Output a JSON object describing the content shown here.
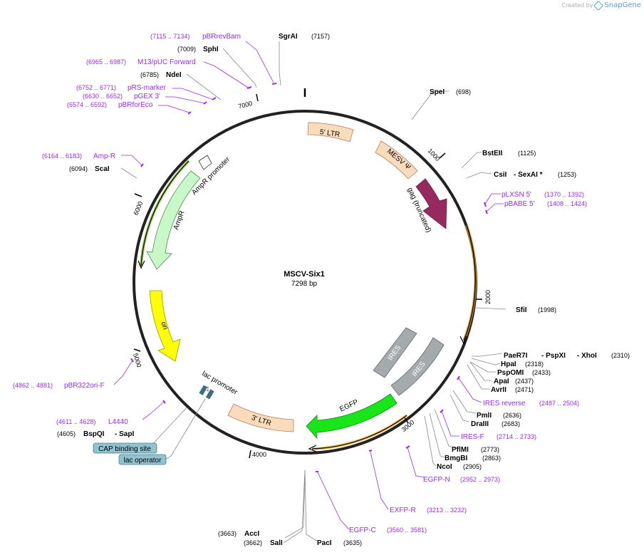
{
  "brand": {
    "created_by": "Created by",
    "name": "SnapGene"
  },
  "plasmid": {
    "name": "MSCV-Six1",
    "size": "7298 bp"
  },
  "ticks": [
    "1000",
    "2000",
    "3000",
    "4000",
    "5000",
    "6000",
    "7000"
  ],
  "features": {
    "ltr5": "5' LTR",
    "mesv": "MESV Ψ",
    "gag": "gag (truncated)",
    "ires1": "IRES",
    "ires2": "IRES",
    "egfp": "EGFP",
    "ltr3": "3' LTR",
    "ori": "ori",
    "ampr": "AmpR",
    "ampr_promoter": "AmpR promoter",
    "lac_promoter": "lac promoter"
  },
  "sites": {
    "sgrai": {
      "name": "SgrAI",
      "pos": "(7157)"
    },
    "sphi": {
      "name": "SphI",
      "pos": "(7009)"
    },
    "ndei": {
      "name": "NdeI",
      "pos": "(6785)"
    },
    "scai": {
      "name": "ScaI",
      "pos": "(6094)"
    },
    "spei": {
      "name": "SpeI",
      "pos": "(698)"
    },
    "bsteii": {
      "name": "BstEII",
      "pos": "(1125)"
    },
    "csii": {
      "name": "CsiI",
      "name2": "- SexAI *",
      "pos": "(1253)"
    },
    "sfii": {
      "name": "SfiI",
      "pos": "(1998)"
    },
    "paer7i": {
      "name": "PaeR7I",
      "name2": "- PspXI",
      "name3": "- XhoI",
      "pos": "(2310)"
    },
    "hpai": {
      "name": "HpaI",
      "pos": "(2318)"
    },
    "pspomi": {
      "name": "PspOMI",
      "pos": "(2433)"
    },
    "apai": {
      "name": "ApaI",
      "pos": "(2437)"
    },
    "avrii": {
      "name": "AvrII",
      "pos": "(2471)"
    },
    "pmli": {
      "name": "PmlI",
      "pos": "(2636)"
    },
    "draiii": {
      "name": "DraIII",
      "pos": "(2683)"
    },
    "pflmi": {
      "name": "PflMI",
      "pos": "(2773)"
    },
    "bmgbi": {
      "name": "BmgBI",
      "pos": "(2863)"
    },
    "ncoi": {
      "name": "NcoI",
      "pos": "(2905)"
    },
    "pacI": {
      "name": "PacI",
      "pos": "(3635)"
    },
    "sali": {
      "name": "SalI",
      "pos": "(3662)"
    },
    "acci": {
      "name": "AccI",
      "pos": "(3663)"
    },
    "bspqi": {
      "name": "BspQI",
      "name2": "- SapI",
      "pos": "(4605)"
    }
  },
  "primers": {
    "pbrrevbam": {
      "name": "pBRrevBam",
      "pos": "(7115 .. 7134)"
    },
    "m13": {
      "name": "M13/pUC Forward",
      "pos": "(6965 .. 6987)"
    },
    "prsmarker": {
      "name": "pRS-marker",
      "pos": "(6752 .. 6771)"
    },
    "pgex3": {
      "name": "pGEX 3'",
      "pos": "(6630 .. 6652)"
    },
    "pbrforeco": {
      "name": "pBRforEco",
      "pos": "(6574 .. 6592)"
    },
    "ampr": {
      "name": "Amp-R",
      "pos": "(6164 .. 6183)"
    },
    "plxsn5": {
      "name": "pLXSN 5'",
      "pos": "(1370 .. 1392)"
    },
    "pbabe5": {
      "name": "pBABE 5'",
      "pos": "(1408 .. 1424)"
    },
    "iresrev": {
      "name": "IRES reverse",
      "pos": "(2487 .. 2504)"
    },
    "iresf": {
      "name": "IRES-F",
      "pos": "(2714 .. 2733)"
    },
    "egfpn": {
      "name": "EGFP-N",
      "pos": "(2952 .. 2973)"
    },
    "exfpr": {
      "name": "EXFP-R",
      "pos": "(3213 .. 3232)"
    },
    "egfpc": {
      "name": "EGFP-C",
      "pos": "(3560 .. 3581)"
    },
    "pbr322ori": {
      "name": "pBR322ori-F",
      "pos": "(4862 .. 4881)"
    },
    "l4440": {
      "name": "L4440",
      "pos": "(4611 .. 4628)"
    }
  },
  "boxes": {
    "cap": "CAP binding site",
    "lacop": "lac operator"
  },
  "colors": {
    "ltr": "#fadcbc",
    "gag": "#962a5e",
    "ires": "#a5aaad",
    "egfp": "#19e619",
    "ori": "#ffff00",
    "ampr": "#c8f8c8",
    "primer": "#9a2be2",
    "highlight_orange": "#f5a623",
    "highlight_green": "#7ab317",
    "box": "#8fc3d0"
  }
}
